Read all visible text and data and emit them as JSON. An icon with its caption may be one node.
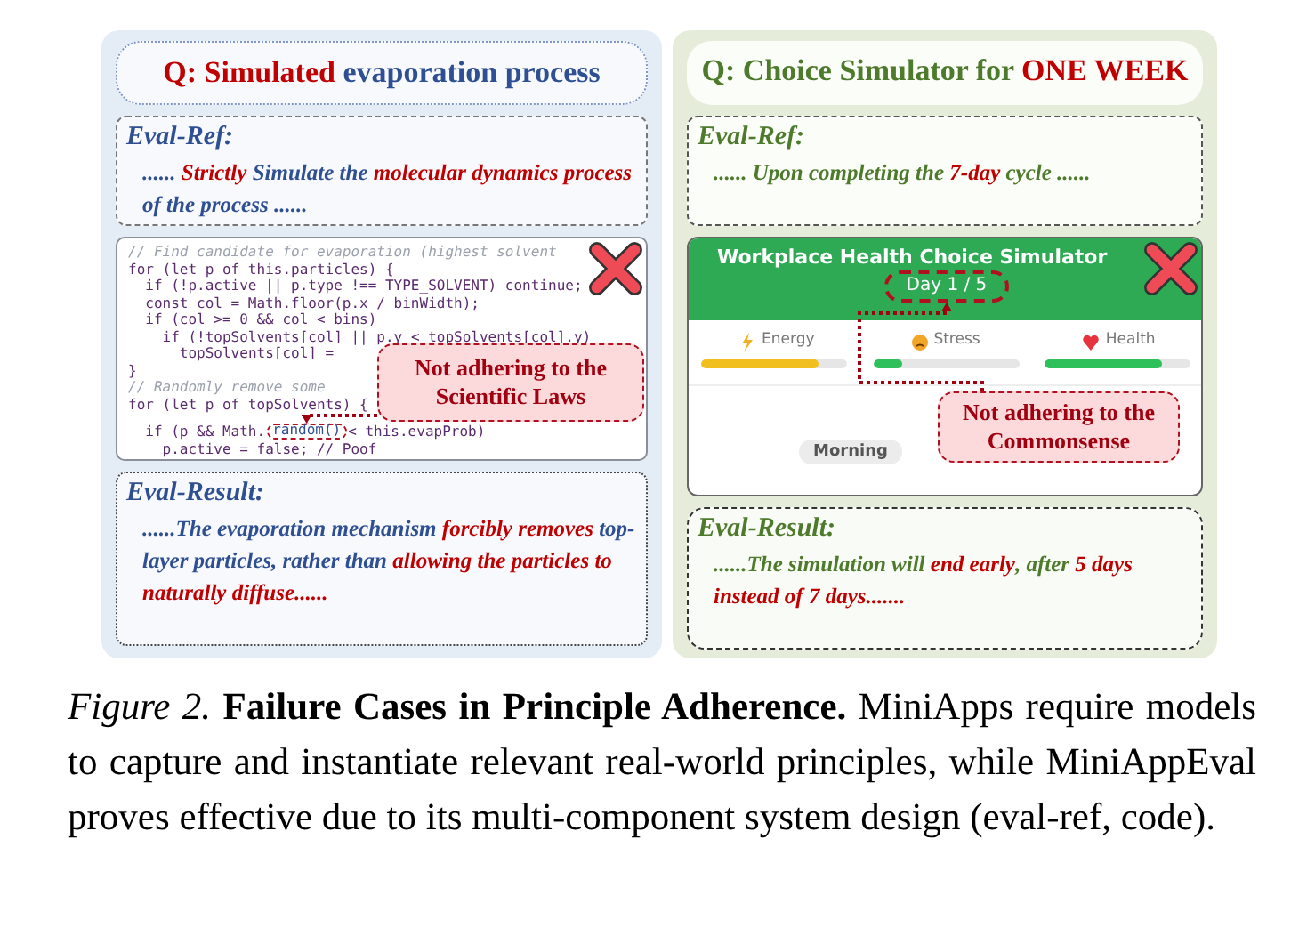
{
  "diagram": {
    "caption": "*Figure 2.* **Failure Cases in Principle Adherence.** MiniApps require models to capture and instantiate relevant real-world principles, while MiniAppEval proves effective due to its multi-component system design (eval-ref, code).",
    "nodes": [
      {
        "text": [],
        "shape": "box"
      },
      {
        "text": [
          "**Q: Simulated** evaporation process"
        ],
        "in": 0
      },
      {
        "text": [
          "Eval-Ref:",
          "...... **Strictly** Simulate the **molecular dynamics process** of the process ......"
        ],
        "in": 0
      },
      {
        "text": [
          "// Find candidate for evaporation (highest solvent",
          "for (let p of this.particles) {",
          "if (!p.active || p.type !== TYPE_SOLVENT) continue;",
          "const col = Math.floor(p.x / binWidth);",
          "if (col >= 0 && col < bins)",
          "if (!topSolvents[col] || p.y < topSolvents[col].y)",
          "topSolvents[col] =",
          "}",
          "// Randomly remove some",
          "for (let p of topSolvents) {",
          "if (p && Math.",
          "< this.evapProb)",
          "p.active = false; // Poof"
        ],
        "in": 0
      },
      {
        "text": [
          "random()"
        ],
        "in": 3
      },
      {
        "text": [
          "Not adhering to the Scientific Laws"
        ],
        "in": 3
      },
      {
        "text": [
          "Eval-Result:",
          "......The evaporation mechanism **forcibly removes** top-layer particles, rather than **allowing the particles to naturally diffuse......**"
        ],
        "in": 0
      },
      {
        "text": [],
        "shape": "box"
      },
      {
        "text": [
          "Q: Choice Simulator for **ONE WEEK**"
        ],
        "in": 7
      },
      {
        "text": [
          "Eval-Ref:",
          "...... Upon completing the **7-day** cycle ......"
        ],
        "in": 7
      },
      {
        "text": [
          "Workplace Health Choice Simulator",
          "Energy",
          "Stress",
          "Health",
          "Morning"
        ],
        "in": 7
      },
      {
        "text": [
          "Day 1 / 5"
        ],
        "in": 10
      },
      {
        "text": [
          "Not adhering to the Commonsense"
        ],
        "in": 10
      },
      {
        "text": [
          "Eval-Result:",
          "......The simulation will **end early**, after **5 days instead of 7 days.......**"
        ],
        "in": 7
      }
    ],
    "edges": [
      {
        "from": 5,
        "to": 4,
        "arrow": "to",
        "style": "dashed"
      },
      {
        "from": 12,
        "to": 11,
        "arrow": "to",
        "style": "dashed"
      }
    ]
  }
}
